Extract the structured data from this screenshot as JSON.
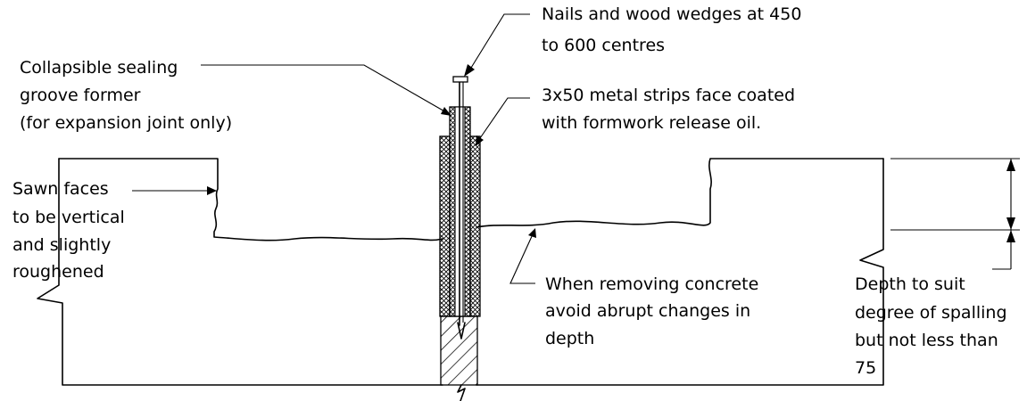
{
  "labels": {
    "nails_line1": "Nails and wood wedges at 450",
    "nails_line2": "to 600 centres",
    "groove_line1": "Collapsible sealing",
    "groove_line2": "groove former",
    "groove_line3": "(for expansion joint only)",
    "strips_line1": "3x50 metal strips face coated",
    "strips_line2": "with formwork release oil.",
    "sawn_line1": "Sawn faces",
    "sawn_line2": "to be vertical",
    "sawn_line3": "and slightly",
    "sawn_line4": "roughened",
    "removing_line1": "When removing concrete",
    "removing_line2": "avoid abrupt changes in",
    "removing_line3": "depth",
    "depth_line1": "Depth to suit",
    "depth_line2": "degree of spalling",
    "depth_line3": "but not less than",
    "depth_line4": "75"
  }
}
